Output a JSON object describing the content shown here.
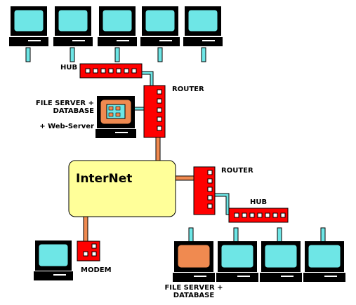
{
  "labels": {
    "hub_top": "HUB",
    "router_top": "ROUTER",
    "file_server_top_line1": "FILE SERVER +",
    "file_server_top_line2": "DATABASE",
    "web_server": "+ Web-Server",
    "internet": "InterNet",
    "router_bottom": "ROUTER",
    "hub_bottom": "HUB",
    "modem": "MODEM",
    "file_server_bottom_line1": "FILE SERVER +",
    "file_server_bottom_line2": "DATABASE"
  },
  "colors": {
    "screen": "#6ee6e6",
    "server_screen": "#f08a50",
    "device_red": "#ff0000",
    "cable_cyan": "#6ee6e6",
    "link_orange": "#f08a50",
    "cloud_yellow": "#ffff99"
  }
}
